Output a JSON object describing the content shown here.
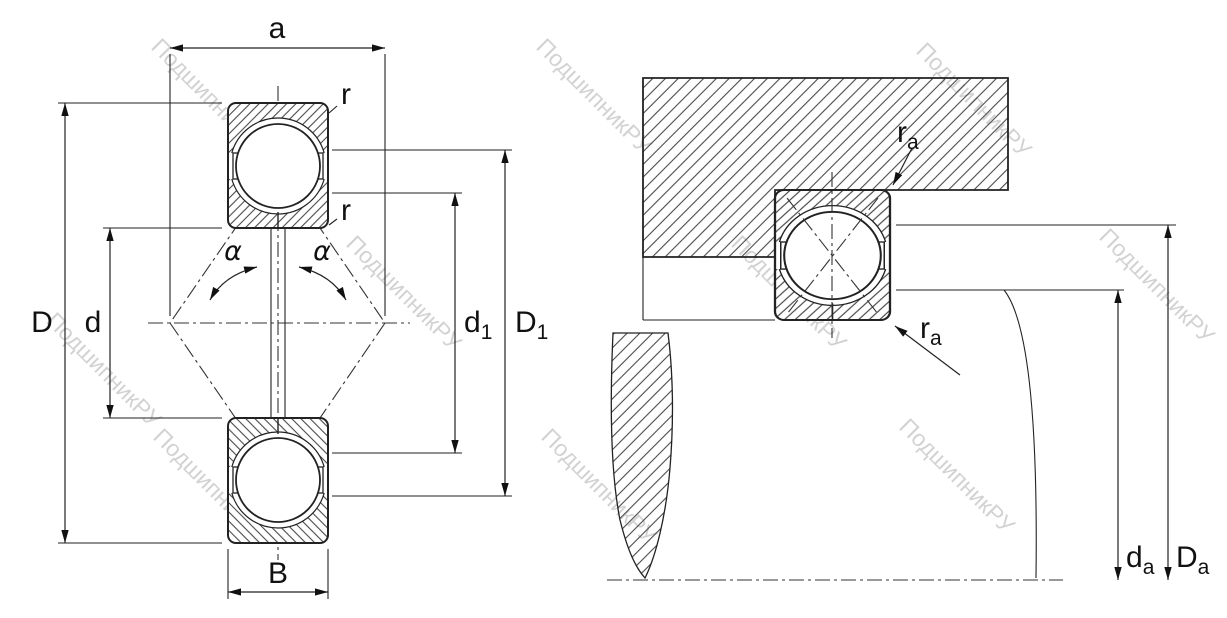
{
  "watermark": {
    "text": "ПодшипникРУ"
  },
  "colors": {
    "line": "#222222",
    "hatch": "#4a4a4a",
    "watermark": "#c8c8c8",
    "background": "#ffffff"
  },
  "left_view": {
    "width_top": "a",
    "corner_radius_top": "r",
    "corner_radius_inner": "r",
    "contact_angle_left": "α",
    "contact_angle_right": "α",
    "outer_diameter": "D",
    "bore_diameter": "d",
    "inner_shoulder_diameter": {
      "base": "d",
      "sub": "1"
    },
    "outer_shoulder_diameter": {
      "base": "D",
      "sub": "1"
    },
    "width_bottom": "B"
  },
  "right_view": {
    "fillet_top": {
      "base": "r",
      "sub": "a"
    },
    "fillet_bottom": {
      "base": "r",
      "sub": "a"
    },
    "shaft_abutment_diameter": {
      "base": "d",
      "sub": "a"
    },
    "housing_abutment_diameter": {
      "base": "D",
      "sub": "a"
    }
  }
}
